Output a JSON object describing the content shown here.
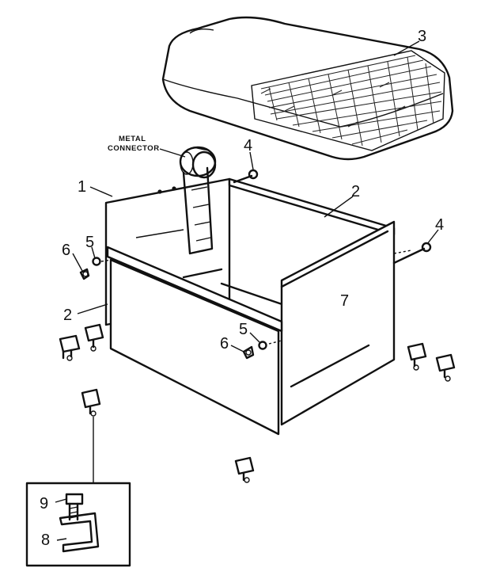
{
  "callouts": {
    "metal_connector_line1": "METAL",
    "metal_connector_line2": "CONNECTOR",
    "part_1": "1",
    "part_2_top": "2",
    "part_2_left": "2",
    "part_3": "3",
    "part_4_top": "4",
    "part_4_right": "4",
    "part_5_left": "5",
    "part_5_center": "5",
    "part_6_left": "6",
    "part_6_center": "6",
    "part_7": "7",
    "part_8": "8",
    "part_9": "9"
  }
}
